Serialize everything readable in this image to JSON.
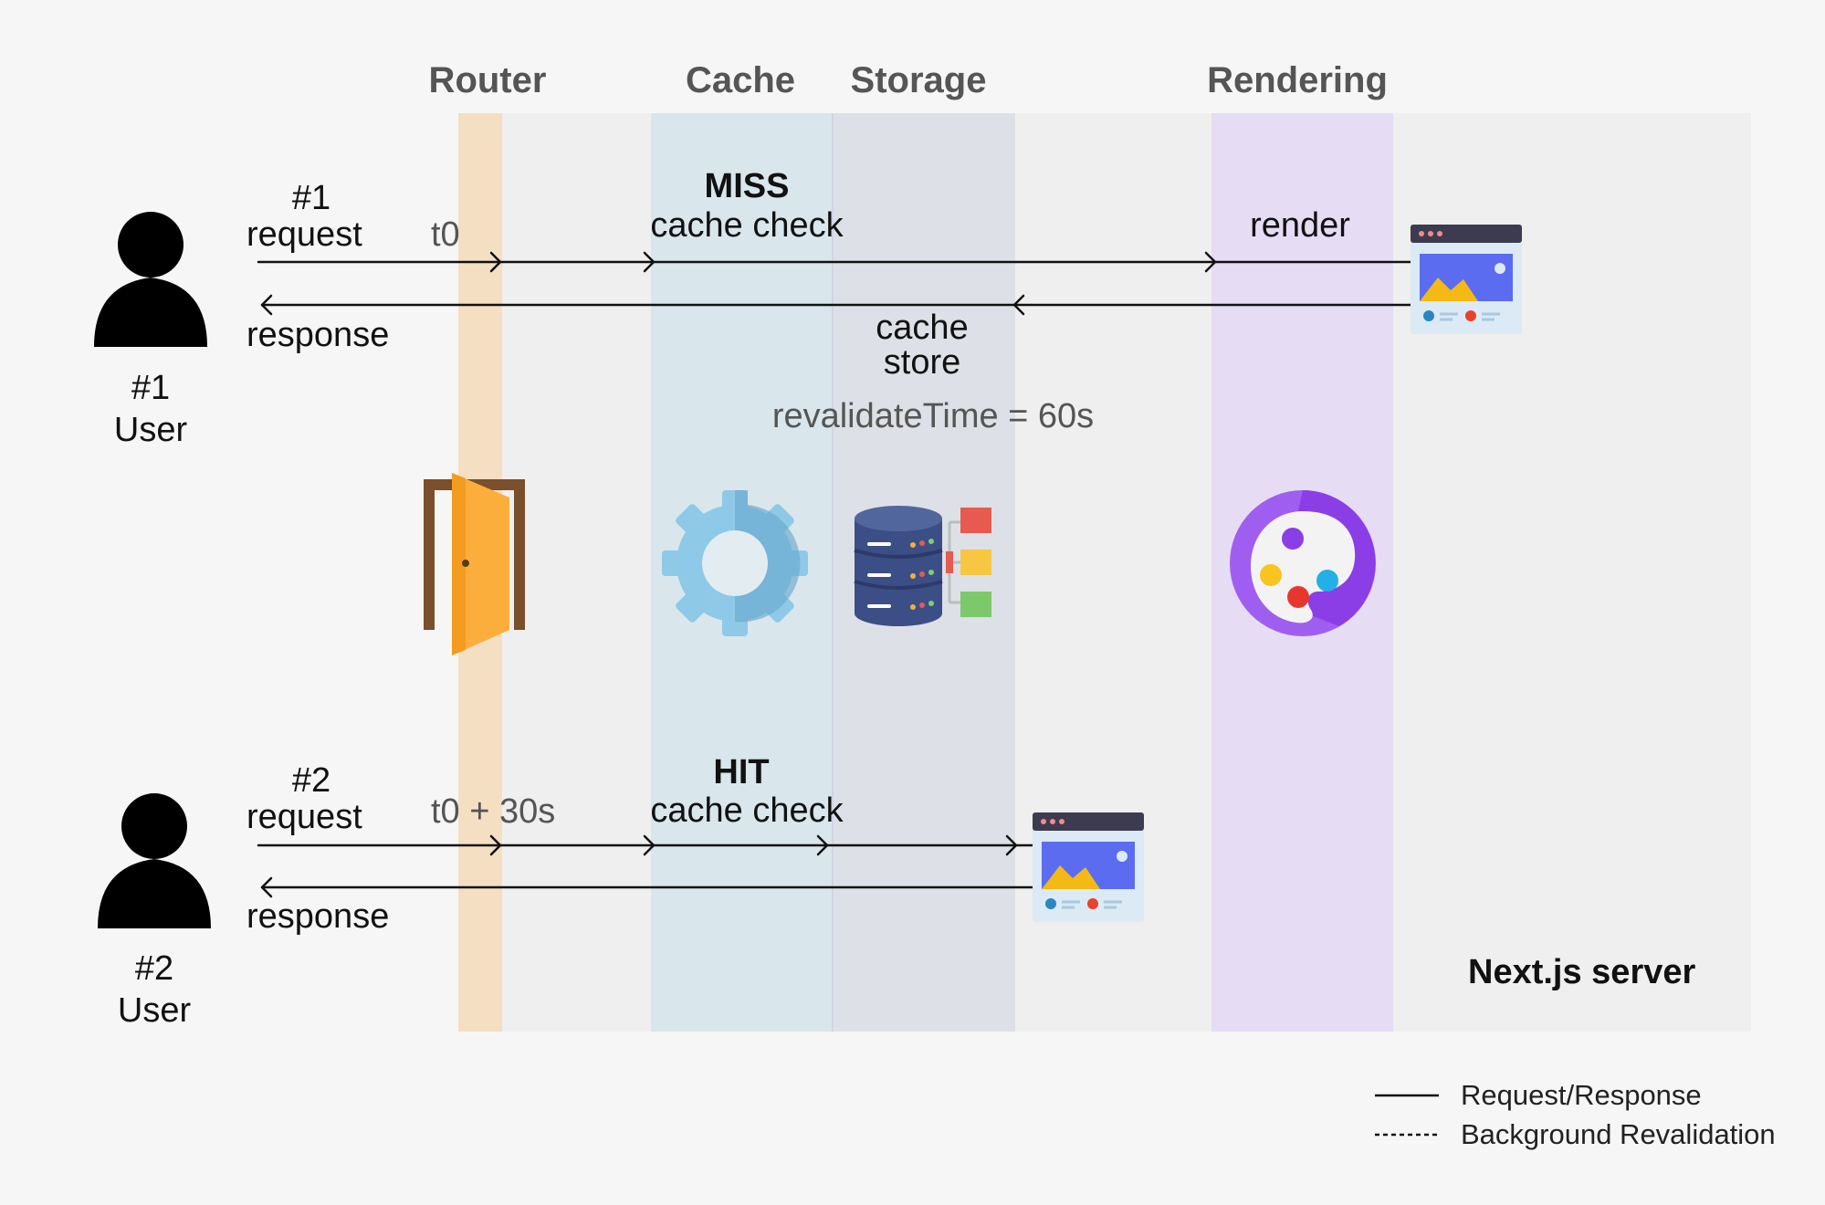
{
  "columns": {
    "router": "Router",
    "cache": "Cache",
    "storage": "Storage",
    "rendering": "Rendering"
  },
  "server_label": "Next.js server",
  "users": [
    {
      "number": "#1",
      "label": "User"
    },
    {
      "number": "#2",
      "label": "User"
    }
  ],
  "flow1": {
    "request_number": "#1",
    "request_word": "request",
    "time": "t0",
    "status": "MISS",
    "cache_check": "cache check",
    "render": "render",
    "response": "response",
    "cache_store_line1": "cache",
    "cache_store_line2": "store",
    "revalidate": "revalidateTime = 60s"
  },
  "flow2": {
    "request_number": "#2",
    "request_word": "request",
    "time": "t0 + 30s",
    "status": "HIT",
    "cache_check": "cache check",
    "response": "response"
  },
  "legend": {
    "solid": "Request/Response",
    "dashed": "Background Revalidation"
  },
  "icons": {
    "router": "door-icon",
    "cache": "gear-icon",
    "storage": "database-icon",
    "rendering": "palette-icon",
    "page": "webpage-icon"
  }
}
